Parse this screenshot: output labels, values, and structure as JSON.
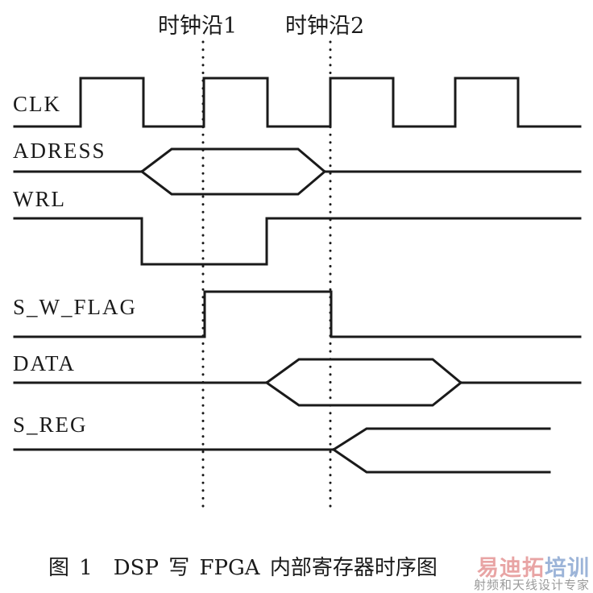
{
  "diagram": {
    "type": "timing-diagram",
    "edge_markers": [
      {
        "label": "时钟沿1"
      },
      {
        "label": "时钟沿2"
      }
    ],
    "signals": [
      {
        "name": "CLK",
        "kind": "clock",
        "waveform": "square wave, 4 pulses; rising edges at clock edge 1 and clock edge 2"
      },
      {
        "name": "ADRESS",
        "kind": "bus",
        "waveform": "valid window opens before clock edge 1 (at WRL falling), closes at clock edge 2"
      },
      {
        "name": "WRL",
        "kind": "digital",
        "waveform": "active-low pulse; falls with ADRESS valid, rises between clock edge 1 and clock edge 2"
      },
      {
        "name": "S_W_FLAG",
        "kind": "digital",
        "waveform": "high from clock edge 1 to clock edge 2"
      },
      {
        "name": "DATA",
        "kind": "bus",
        "waveform": "valid window opens at WRL rising, closes after clock edge 2"
      },
      {
        "name": "S_REG",
        "kind": "bus",
        "waveform": "splits into new value at clock edge 2"
      }
    ],
    "caption": "图 1　DSP 写 FPGA 内部寄存器时序图"
  },
  "watermark": {
    "brand_red": "易迪拓",
    "brand_blue": "培训",
    "tagline": "射频和天线设计专家"
  }
}
